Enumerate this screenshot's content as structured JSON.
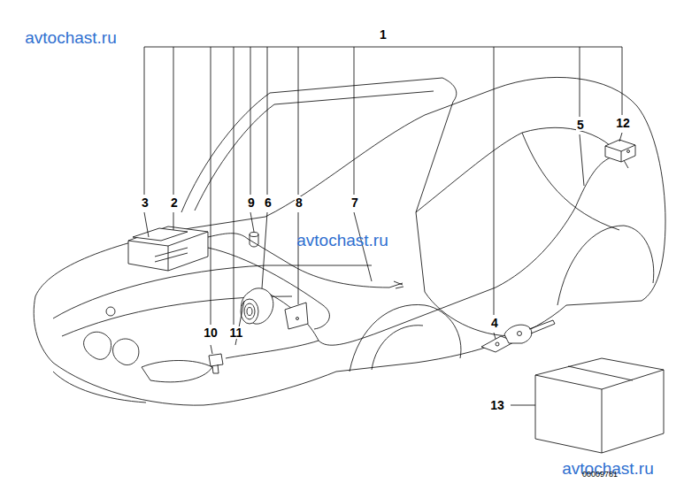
{
  "diagram": {
    "labels": [
      "1",
      "2",
      "3",
      "4",
      "5",
      "6",
      "7",
      "8",
      "9",
      "10",
      "11",
      "12",
      "13",
      "avtochast.ru",
      "avtochast.ru",
      "avtochast.ru",
      "00009781"
    ]
  }
}
